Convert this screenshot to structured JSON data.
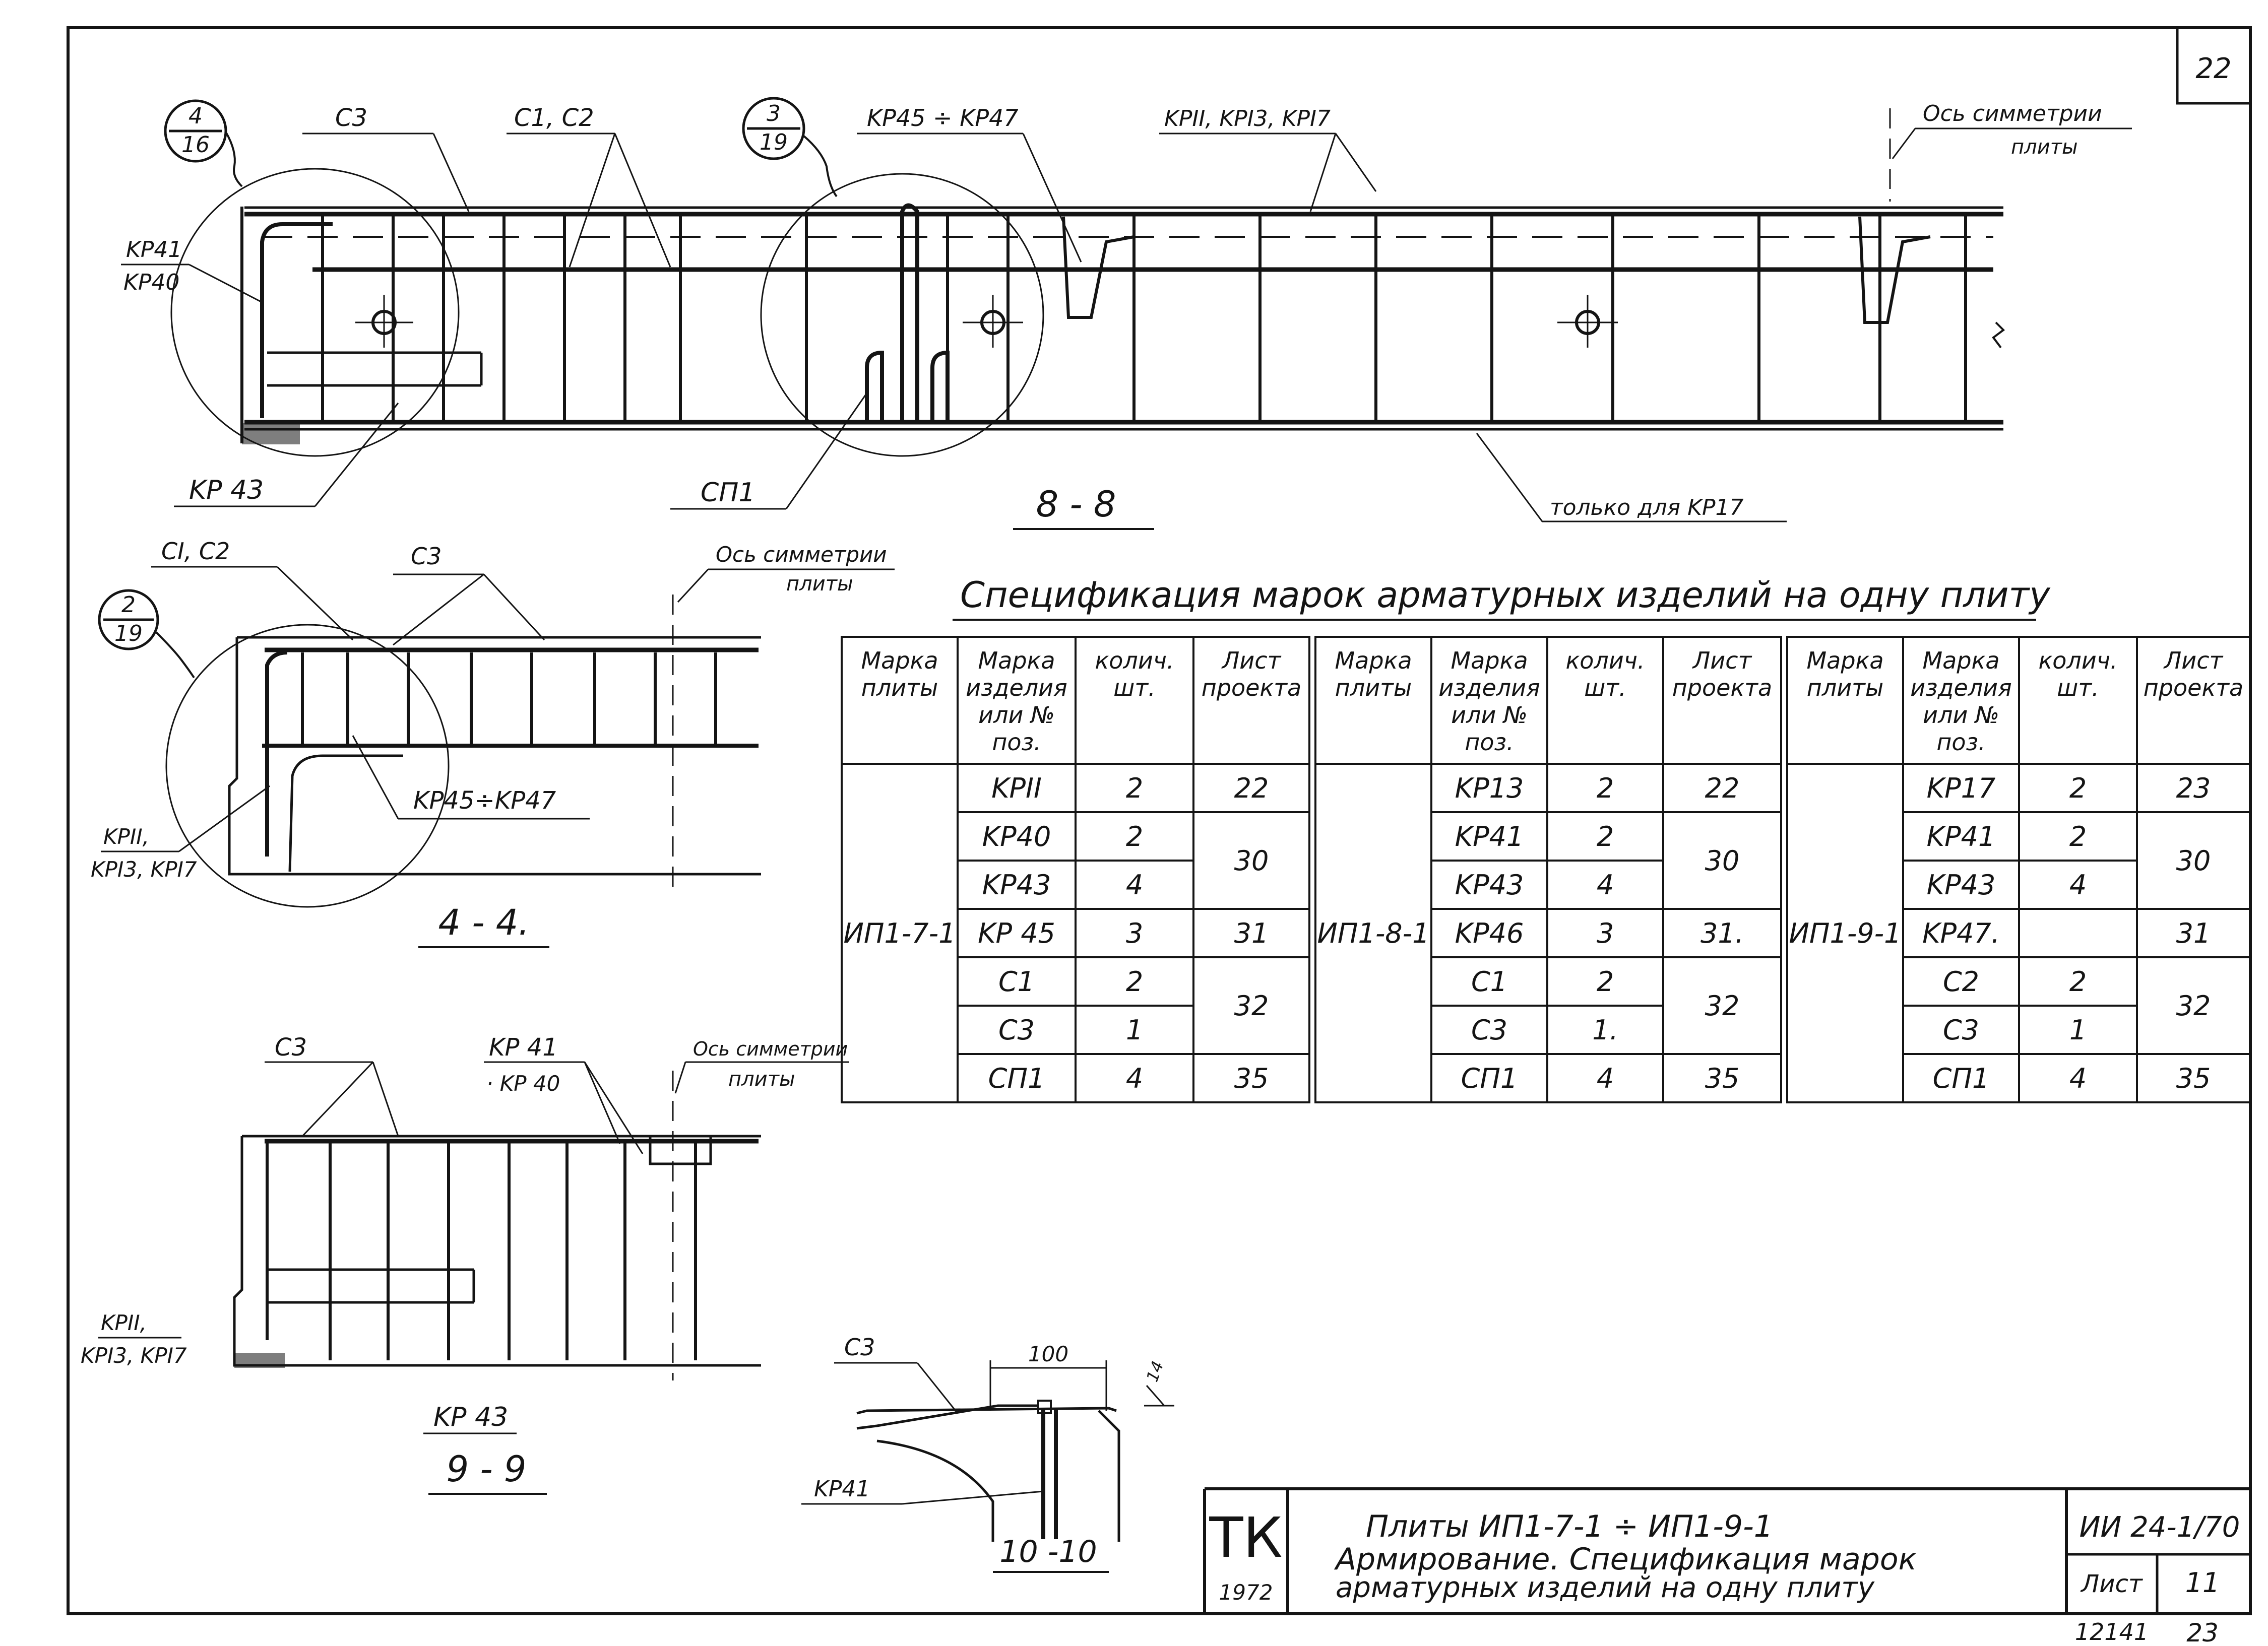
{
  "sheet_corner_number": "22",
  "section_8_8": {
    "title": "8 - 8",
    "callout_1": {
      "top": "4",
      "bottom": "16"
    },
    "callout_2": {
      "top": "3",
      "bottom": "19"
    },
    "label_c3": "C3",
    "label_c1c2": "C1, C2",
    "label_kp45_47": "KP45 ÷ KP47",
    "label_kp11_13_17": "KPII, KPI3, KPI7",
    "label_axis": "Ось симметрии",
    "label_axis_2": "плиты",
    "label_kp41": "KP41",
    "label_kp40": "KP40",
    "label_kp43": "KP 43",
    "label_sp1": "СП1",
    "label_only_kp17": "только для KP17"
  },
  "section_4_4": {
    "title": "4 - 4.",
    "callout": {
      "top": "2",
      "bottom": "19"
    },
    "label_c1c2": "CI, C2",
    "label_c3": "C3",
    "label_axis": "Ось симметрии",
    "label_axis_2": "плиты",
    "label_kp45_47": "KP45÷KP47",
    "label_kp11_a": "KPII,",
    "label_kp11_b": "KPI3, KPI7"
  },
  "section_9_9": {
    "title": "9 - 9",
    "label_c3": "C3",
    "label_kp41": "KP 41",
    "label_kp40": "· KP 40",
    "label_axis": "Ось симметрии",
    "label_axis_2": "плиты",
    "label_kp11_a": "KPII,",
    "label_kp11_b": "KPI3, KPI7",
    "label_kp43": "KP 43"
  },
  "section_10_10": {
    "title": "10 -10",
    "label_c3": "C3",
    "label_kp41": "KP41",
    "dim_100": "100",
    "dim_14": "14"
  },
  "spec": {
    "title": "Спецификация марок арматурных изделий на одну плиту",
    "headers": [
      "Марка плиты",
      "Марка изделия или № поз.",
      "колич. шт.",
      "Лист проекта"
    ],
    "groups": [
      {
        "plate": "ИП1-7-1",
        "rows": [
          {
            "item": "KPII",
            "qty": "2",
            "sheet": "22"
          },
          {
            "item": "KP40",
            "qty": "2",
            "sheet": "30"
          },
          {
            "item": "KP43",
            "qty": "4",
            "sheet": ""
          },
          {
            "item": "KP 45",
            "qty": "3",
            "sheet": "31"
          },
          {
            "item": "C1",
            "qty": "2",
            "sheet": "32"
          },
          {
            "item": "C3",
            "qty": "1",
            "sheet": ""
          },
          {
            "item": "СП1",
            "qty": "4",
            "sheet": "35"
          }
        ]
      },
      {
        "plate": "ИП1-8-1",
        "rows": [
          {
            "item": "KP13",
            "qty": "2",
            "sheet": "22"
          },
          {
            "item": "KP41",
            "qty": "2",
            "sheet": "30"
          },
          {
            "item": "KP43",
            "qty": "4",
            "sheet": ""
          },
          {
            "item": "KP46",
            "qty": "3",
            "sheet": "31."
          },
          {
            "item": "C1",
            "qty": "2",
            "sheet": "32"
          },
          {
            "item": "C3",
            "qty": "1.",
            "sheet": ""
          },
          {
            "item": "СП1",
            "qty": "4",
            "sheet": "35"
          }
        ]
      },
      {
        "plate": "ИП1-9-1",
        "rows": [
          {
            "item": "KP17",
            "qty": "2",
            "sheet": "23"
          },
          {
            "item": "KP41",
            "qty": "2",
            "sheet": "30"
          },
          {
            "item": "KP43",
            "qty": "4",
            "sheet": ""
          },
          {
            "item": "KP47.",
            "qty": "",
            "sheet": "31"
          },
          {
            "item": "C2",
            "qty": "2",
            "sheet": "32"
          },
          {
            "item": "C3",
            "qty": "1",
            "sheet": ""
          },
          {
            "item": "СП1",
            "qty": "4",
            "sheet": "35"
          }
        ]
      }
    ]
  },
  "title_block": {
    "org": "ТК",
    "year": "1972",
    "line1": "Плиты ИП1-7-1 ÷ ИП1-9-1",
    "line2": "Армирование. Спецификация марок",
    "line3": "арматурных изделий на одну плиту",
    "code": "ИИ 24-1/70",
    "sheet_label": "Лист",
    "sheet_no": "11",
    "stamp_left": "12141",
    "stamp_right": "23"
  }
}
